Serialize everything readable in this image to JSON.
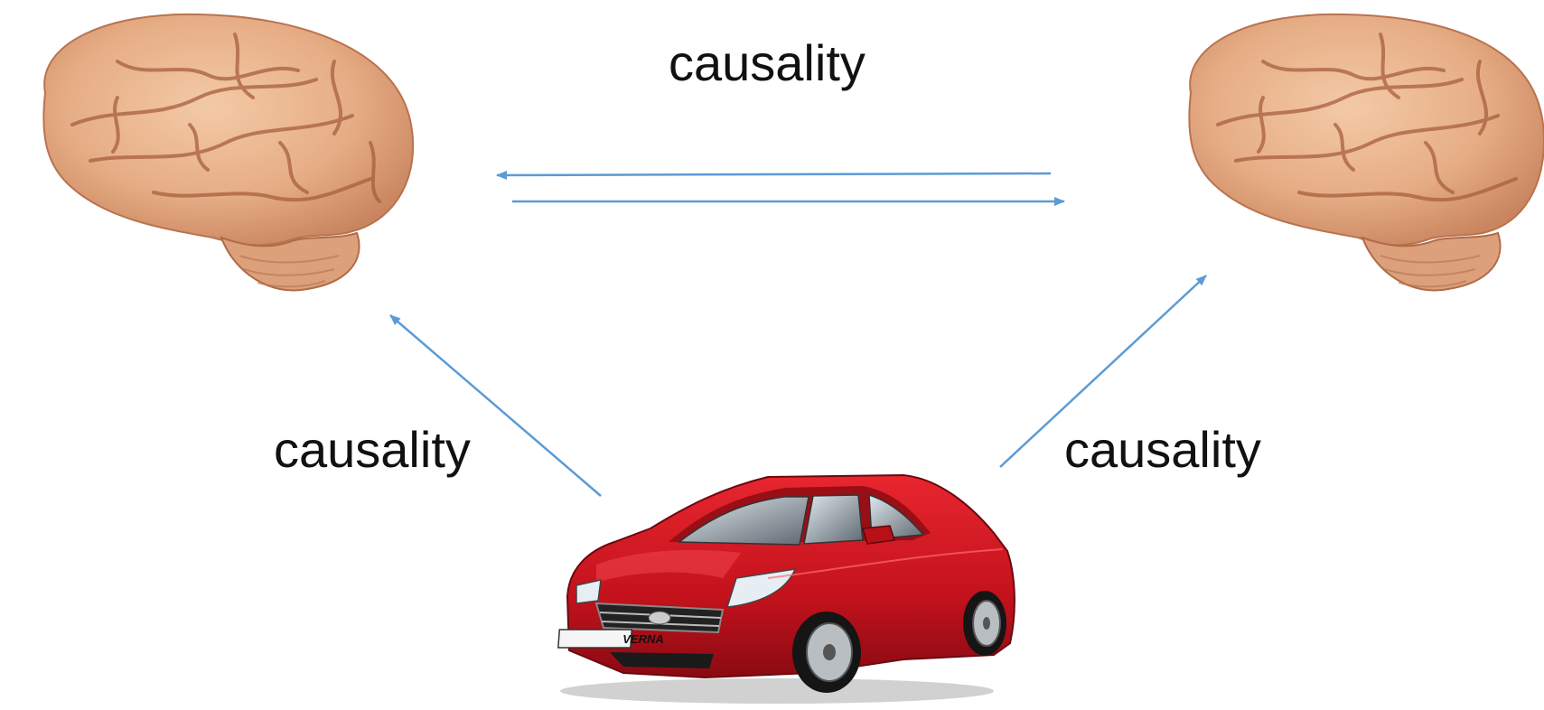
{
  "labels": {
    "top": "causality",
    "left": "causality",
    "right": "causality"
  },
  "car": {
    "badge": "VERNA"
  },
  "colors": {
    "arrow": "#5b9bd5",
    "brain_base": "#e9b48f",
    "brain_shade": "#c98464",
    "brain_fold": "#9f5a3e",
    "car_red": "#cc1520",
    "car_dark": "#7a0b12"
  }
}
